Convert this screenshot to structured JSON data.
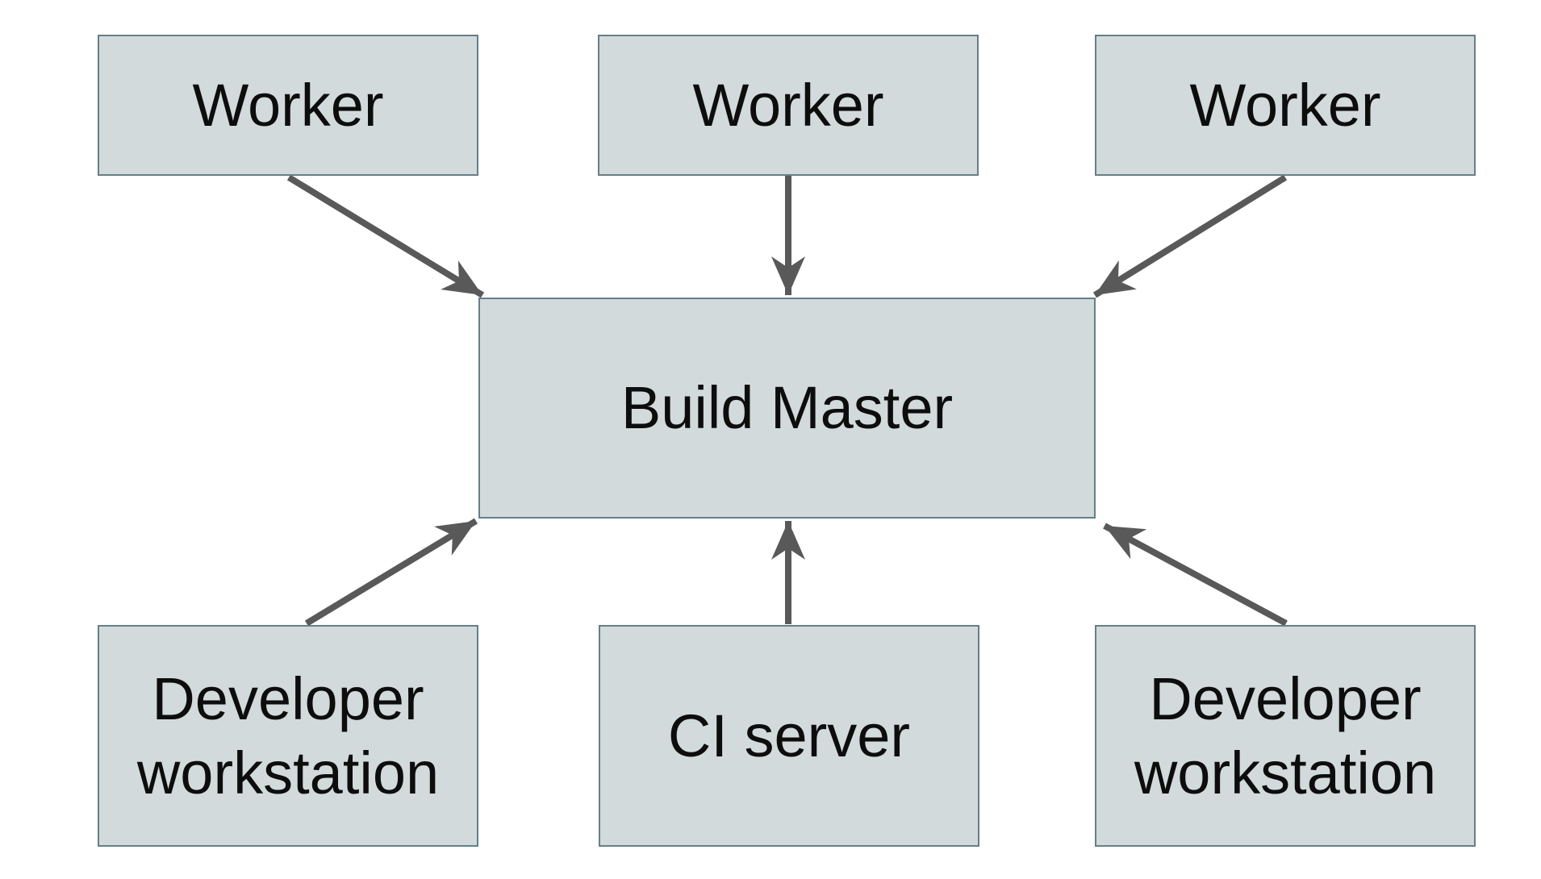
{
  "diagram": {
    "nodes": [
      {
        "id": "worker-1",
        "label": "Worker"
      },
      {
        "id": "worker-2",
        "label": "Worker"
      },
      {
        "id": "worker-3",
        "label": "Worker"
      },
      {
        "id": "build-master",
        "label": "Build Master"
      },
      {
        "id": "developer-workstation-left",
        "label": "Developer workstation"
      },
      {
        "id": "ci-server",
        "label": "CI server"
      },
      {
        "id": "developer-workstation-right",
        "label": "Developer workstation"
      }
    ],
    "edges": [
      {
        "from": "worker-1",
        "to": "build-master"
      },
      {
        "from": "worker-2",
        "to": "build-master"
      },
      {
        "from": "worker-3",
        "to": "build-master"
      },
      {
        "from": "developer-workstation-left",
        "to": "build-master"
      },
      {
        "from": "ci-server",
        "to": "build-master"
      },
      {
        "from": "developer-workstation-right",
        "to": "build-master"
      }
    ],
    "colors": {
      "node_fill": "#d2dadb",
      "node_border": "#657f88",
      "arrow": "#595959",
      "label_text": "#0d0d0d",
      "background": "#ffffff"
    }
  }
}
